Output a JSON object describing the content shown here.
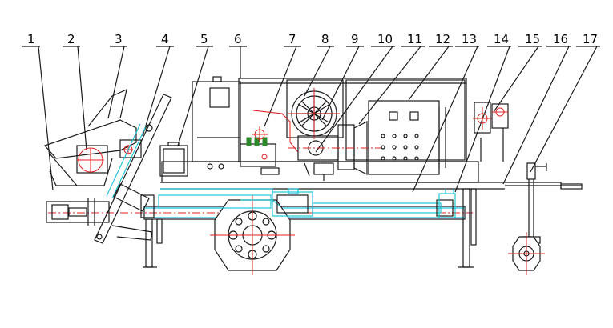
{
  "callouts": [
    {
      "id": "1"
    },
    {
      "id": "2"
    },
    {
      "id": "3"
    },
    {
      "id": "4"
    },
    {
      "id": "5"
    },
    {
      "id": "6"
    },
    {
      "id": "7"
    },
    {
      "id": "8"
    },
    {
      "id": "9"
    },
    {
      "id": "10"
    },
    {
      "id": "11"
    },
    {
      "id": "12"
    },
    {
      "id": "13"
    },
    {
      "id": "14"
    },
    {
      "id": "15"
    },
    {
      "id": "16"
    },
    {
      "id": "17"
    }
  ],
  "colors": {
    "outline": "#1a1a1a",
    "hydraulic": "#22c4d8",
    "centerline": "#e02020",
    "valve": "#2a8a2a"
  }
}
